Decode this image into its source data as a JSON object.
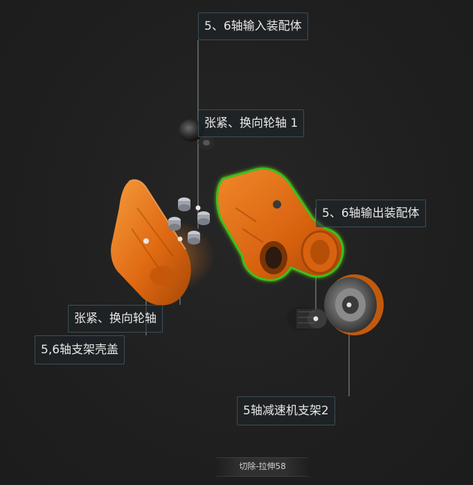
{
  "callouts": {
    "axis56_input_assembly": "5、6轴输入装配体",
    "tension_wheel_shaft_1": "张紧、换向轮轴 1",
    "axis56_output_assembly": "5、6轴输出装配体",
    "tension_wheel_shaft": "张紧、换向轮轴",
    "axis56_bracket_cover": "5,6轴支架壳盖",
    "axis5_reducer_bracket_2": "5轴减速机支架2"
  },
  "footer": {
    "operation_label": "切除-拉伸58"
  },
  "colors": {
    "background": "#202020",
    "part_orange": "#e36c10",
    "highlight_green": "#39c21a",
    "leader_line": "#8a9aa0",
    "callout_border": "#3d5058"
  }
}
